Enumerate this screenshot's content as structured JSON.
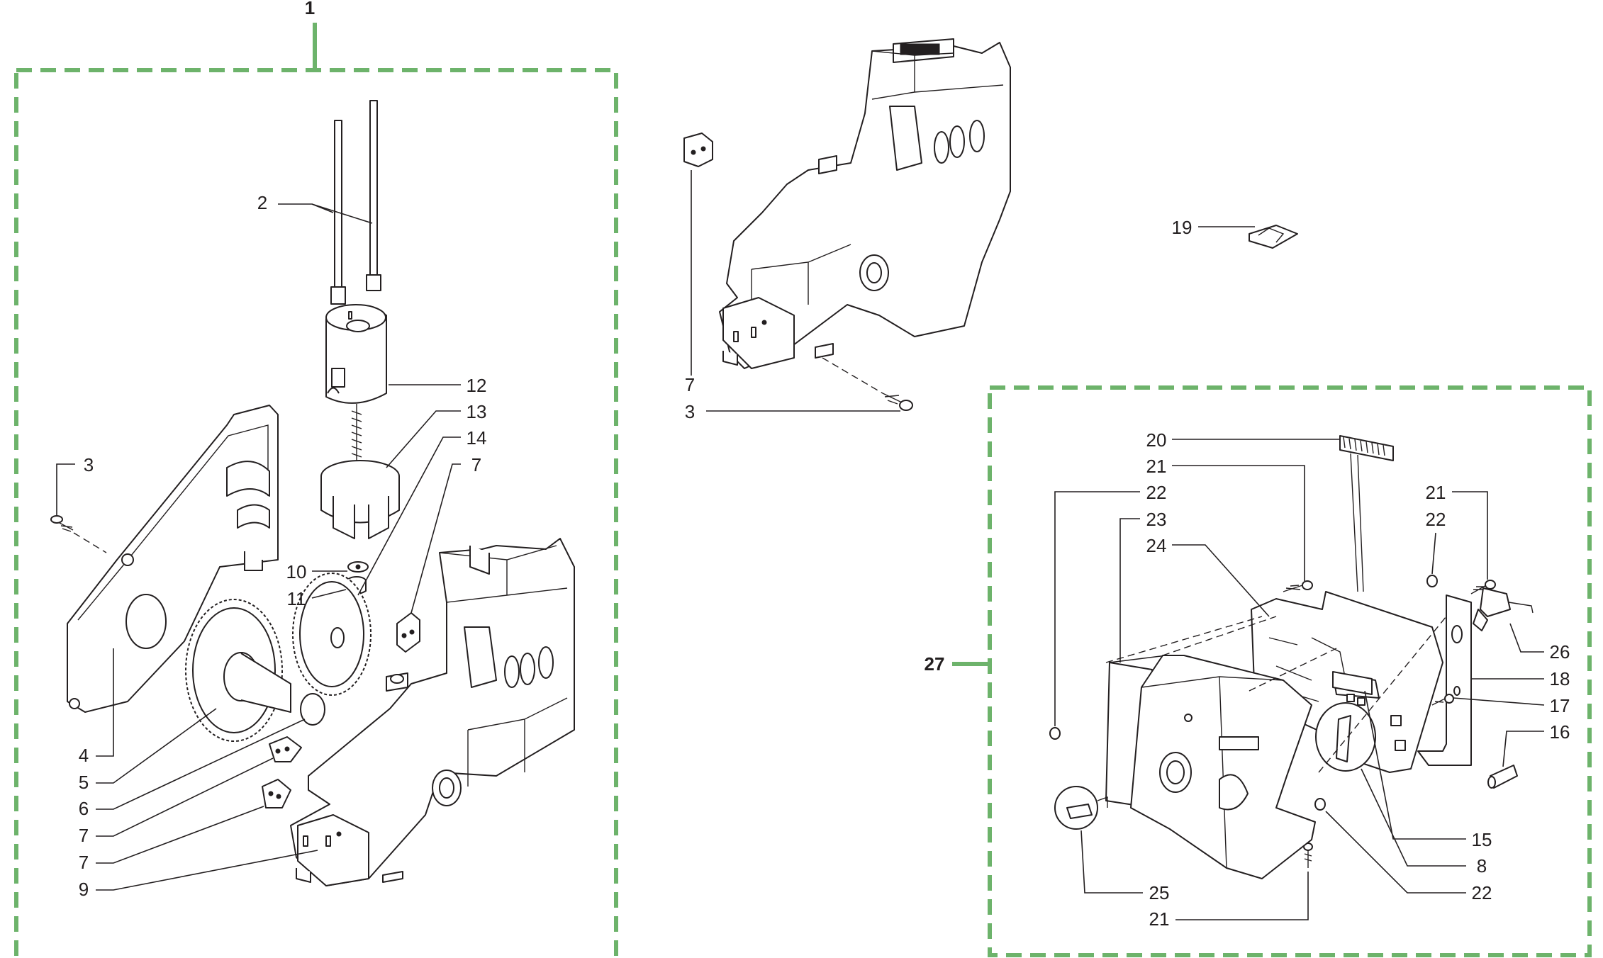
{
  "groups": {
    "group_1_label": "1",
    "group_27_label": "27"
  },
  "colors": {
    "group_outline": "#6db36b",
    "line_art": "#231f20",
    "background": "#ffffff"
  },
  "callouts": {
    "left": {
      "c2": "2",
      "c12": "12",
      "c13": "13",
      "c14": "14",
      "c7a": "7",
      "c3": "3",
      "c10": "10",
      "c11": "11",
      "c4": "4",
      "c5": "5",
      "c6": "6",
      "c7b": "7",
      "c7c": "7",
      "c9": "9"
    },
    "top": {
      "c7": "7",
      "c3": "3",
      "c19": "19"
    },
    "right": {
      "c20": "20",
      "c21a": "21",
      "c22a": "22",
      "c23": "23",
      "c24": "24",
      "c21b": "21",
      "c22b": "22",
      "c26": "26",
      "c18": "18",
      "c17": "17",
      "c16": "16",
      "c15": "15",
      "c8": "8",
      "c22c": "22",
      "c25": "25",
      "c21c": "21"
    }
  }
}
